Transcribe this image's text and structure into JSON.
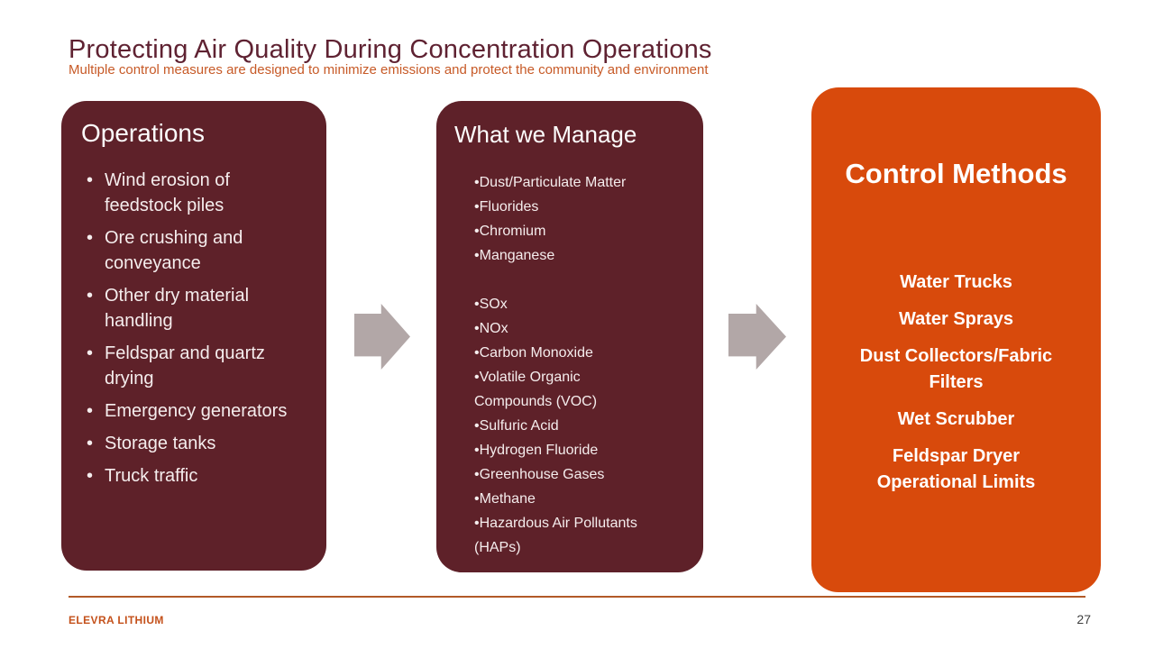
{
  "slide": {
    "title": "Protecting Air Quality During Concentration Operations",
    "subtitle": "Multiple control measures are designed to minimize emissions and protect the community and environment"
  },
  "operations_box": {
    "title": "Operations",
    "items": [
      "Wind erosion of feedstock piles",
      "Ore crushing and conveyance",
      "Other dry material handling",
      "Feldspar and quartz drying",
      "Emergency generators",
      "Storage tanks",
      "Truck traffic"
    ]
  },
  "manage_box": {
    "title": "What we Manage",
    "group1": [
      "Dust/Particulate Matter",
      "Fluorides",
      "Chromium",
      "Manganese"
    ],
    "group2": [
      "SOx",
      "NOx",
      "Carbon Monoxide",
      "Volatile Organic Compounds (VOC)",
      "Sulfuric Acid",
      "Hydrogen Fluoride",
      "Greenhouse Gases",
      "Methane",
      "Hazardous Air Pollutants (HAPs)"
    ]
  },
  "control_box": {
    "title": "Control Methods",
    "items": [
      "Water Trucks",
      "Water Sprays",
      "Dust Collectors/Fabric Filters",
      "Wet Scrubber",
      "Feldspar Dryer Operational Limits"
    ]
  },
  "footer": {
    "brand": "ELEVRA LITHIUM",
    "page_number": "27"
  },
  "colors": {
    "maroon_box": "#5e2129",
    "orange_box": "#d84a0c",
    "title_text": "#5f2232",
    "subtitle_text": "#c75a27",
    "arrow_gray": "#b2a7a7",
    "footer_line": "#b25a28",
    "footer_brand": "#c4511b",
    "page_number_text": "#3f3f3f"
  }
}
